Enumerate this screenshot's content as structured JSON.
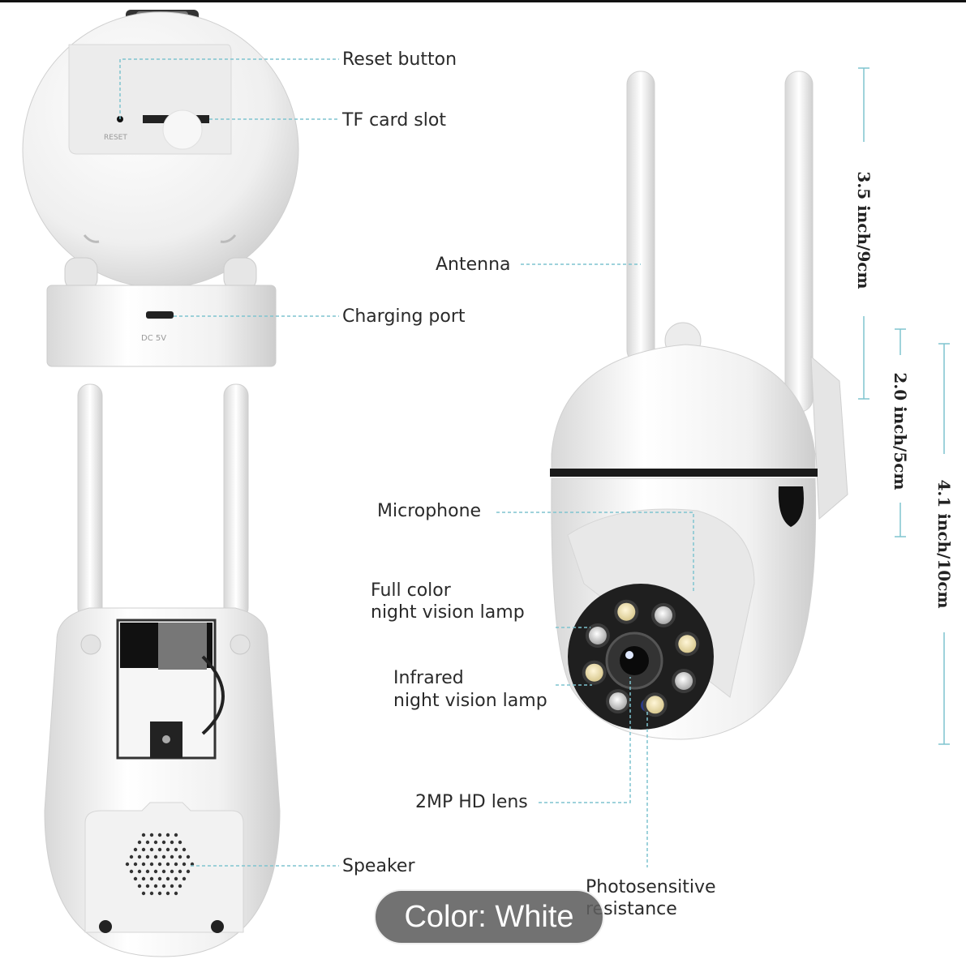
{
  "labels": {
    "reset_button": "Reset button",
    "tf_card_slot": "TF card slot",
    "charging_port": "Charging port",
    "antenna": "Antenna",
    "microphone": "Microphone",
    "full_color_line1": "Full color",
    "full_color_line2": "night vision lamp",
    "infrared_line1": "Infrared",
    "infrared_line2": "night vision lamp",
    "hd_lens": "2MP HD lens",
    "speaker": "Speaker",
    "photosensitive_line1": "Photosensitive",
    "photosensitive_line2": "resistance"
  },
  "device_text": {
    "reset_marking": "RESET",
    "dc_marking": "DC 5V"
  },
  "dimensions": {
    "antenna_height": "3.5 inch/9cm",
    "head_height": "2.0 inch/5cm",
    "body_height": "4.1 inch/10cm"
  },
  "badge": {
    "color_label": "Color: White"
  },
  "colors": {
    "leader_line": "#7fc4cf",
    "product_white": "#f4f4f4",
    "badge_bg": "#5f5f5f"
  }
}
